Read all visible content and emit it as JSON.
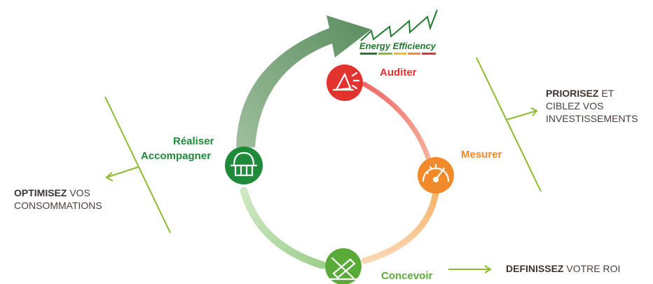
{
  "logo": {
    "text": "Energy Efficiency",
    "icon": "efficiency-waveform-logo"
  },
  "steps": {
    "auditer": {
      "label": "Auditer",
      "icon": "audit-megaphone-icon",
      "color": "#e2342f"
    },
    "mesurer": {
      "label": "Mesurer",
      "icon": "gauge-icon",
      "color": "#f08a2a"
    },
    "concevoir": {
      "label": "Concevoir",
      "icon": "design-pencil-icon",
      "color": "#5aaa3a"
    },
    "realiser": {
      "label_line1": "Réaliser",
      "label_line2": "Accompagner",
      "icon": "building-helmet-icon",
      "color": "#1f8a3a"
    }
  },
  "callouts": {
    "priorisez": {
      "bold": "PRIORISEZ",
      "rest_line1": " ET",
      "line2": "CIBLEZ VOS",
      "line3": "INVESTISSEMENTS"
    },
    "optimisez": {
      "bold": "OPTIMISEZ",
      "rest_line1": " VOS",
      "line2": "CONSOMMATIONS"
    },
    "definissez": {
      "bold": "DEFINISSEZ",
      "rest_line1": " VOTRE ROI"
    }
  },
  "colors": {
    "accent_line": "#8dbb2f",
    "text_dark": "#4a3f3a",
    "arrow_green": "#6d9a6d"
  }
}
